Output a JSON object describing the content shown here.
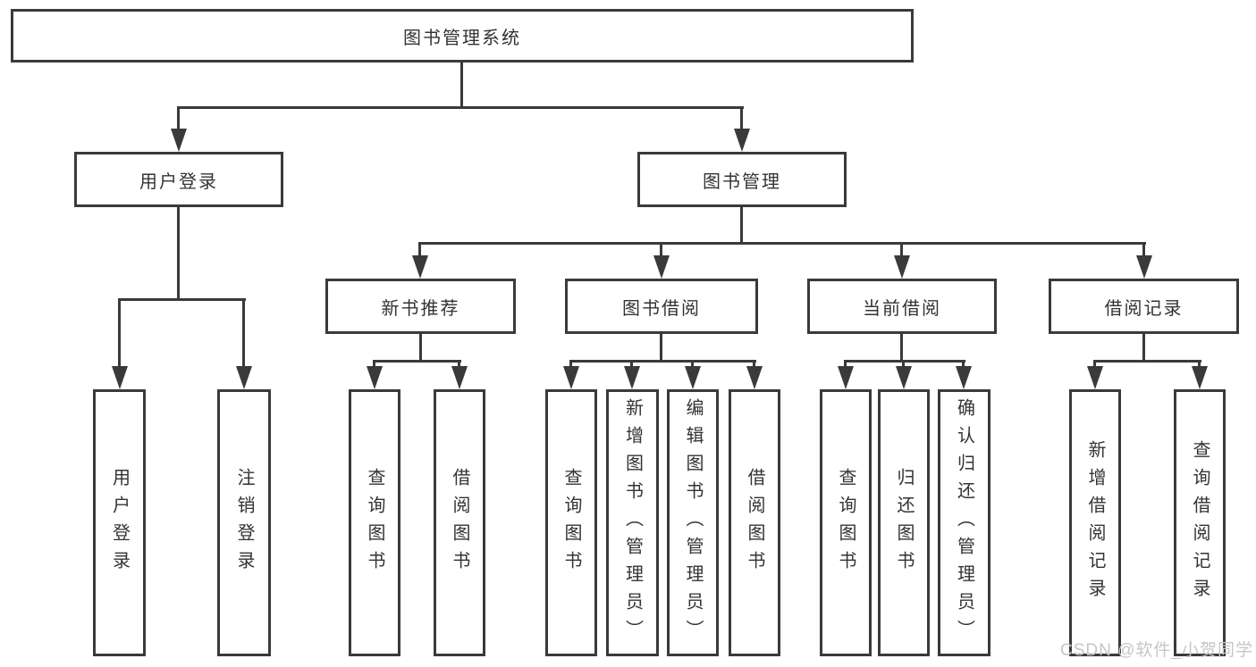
{
  "root": {
    "label": "图书管理系统"
  },
  "level2": {
    "user_login": "用户登录",
    "book_mgmt": "图书管理"
  },
  "level3": {
    "new_books": "新书推荐",
    "book_borrow": "图书借阅",
    "current_borrow": "当前借阅",
    "borrow_records": "借阅记录"
  },
  "leaves": {
    "user_login": [
      "用户登录",
      "注销登录"
    ],
    "new_books": [
      "查询图书",
      "借阅图书"
    ],
    "book_borrow": [
      "查询图书",
      "新增图书（管理员）",
      "编辑图书（管理员）",
      "借阅图书"
    ],
    "current_borrow": [
      "查询图书",
      "归还图书",
      "确认归还（管理员）"
    ],
    "borrow_records": [
      "新增借阅记录",
      "查询借阅记录"
    ]
  },
  "watermark": {
    "text": "CSDN @软件_小贺同学"
  },
  "colors": {
    "line": "#3a3a3a",
    "text": "#333333",
    "watermark": "#c6c6c6",
    "background": "#ffffff"
  }
}
